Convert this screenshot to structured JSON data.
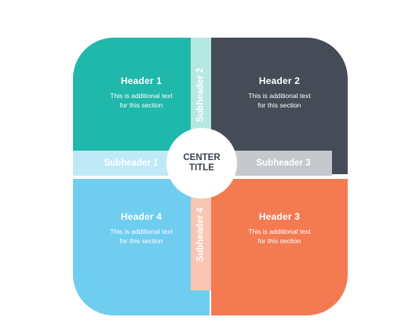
{
  "colors": {
    "q1": "#1fb8aa",
    "q2": "#454c57",
    "q3": "#f47a52",
    "q4": "#6fcdf0",
    "sub1": "#bfe9f7",
    "sub2": "#b6e8e2",
    "sub3": "#c5c8cd",
    "sub4": "#f8c6b3",
    "center_text": "#3b4351"
  },
  "center": {
    "line1": "CENTER",
    "line2": "TITLE"
  },
  "sections": [
    {
      "title": "Header 1",
      "line1": "This is additional text",
      "line2": "for this section"
    },
    {
      "title": "Header 2",
      "line1": "This is additional text",
      "line2": "for this section"
    },
    {
      "title": "Header 3",
      "line1": "This is additional text",
      "line2": "for this section"
    },
    {
      "title": "Header 4",
      "line1": "This is additional text",
      "line2": "for this section"
    }
  ],
  "subheaders": [
    "Subheader 1",
    "Subheader 2",
    "Subheader 3",
    "Subheader 4"
  ]
}
